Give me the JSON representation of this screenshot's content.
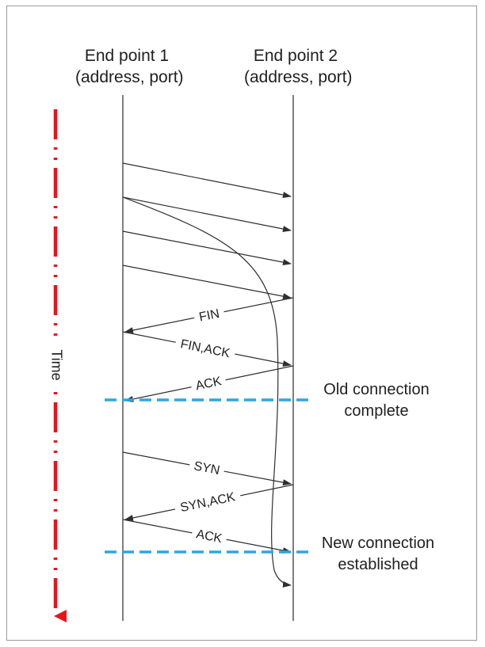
{
  "endpoints": [
    {
      "line1": "End point 1",
      "line2": "(address, port)"
    },
    {
      "line1": "End point 2",
      "line2": "(address, port)"
    }
  ],
  "time_label": "Time",
  "messages": {
    "fin": "FIN",
    "fin_ack": "FIN,ACK",
    "ack_close": "ACK",
    "syn": "SYN",
    "syn_ack": "SYN,ACK",
    "ack_open": "ACK"
  },
  "annotations": {
    "old_connection": {
      "line1": "Old connection",
      "line2": "complete"
    },
    "new_connection": {
      "line1": "New connection",
      "line2": "established"
    }
  },
  "colors": {
    "time_arrow": "#e8141c",
    "marker_line": "#2aa8e0",
    "message_line": "#2f2f2f",
    "lifeline": "#3a3a3a",
    "frame": "#9a9a9a"
  }
}
